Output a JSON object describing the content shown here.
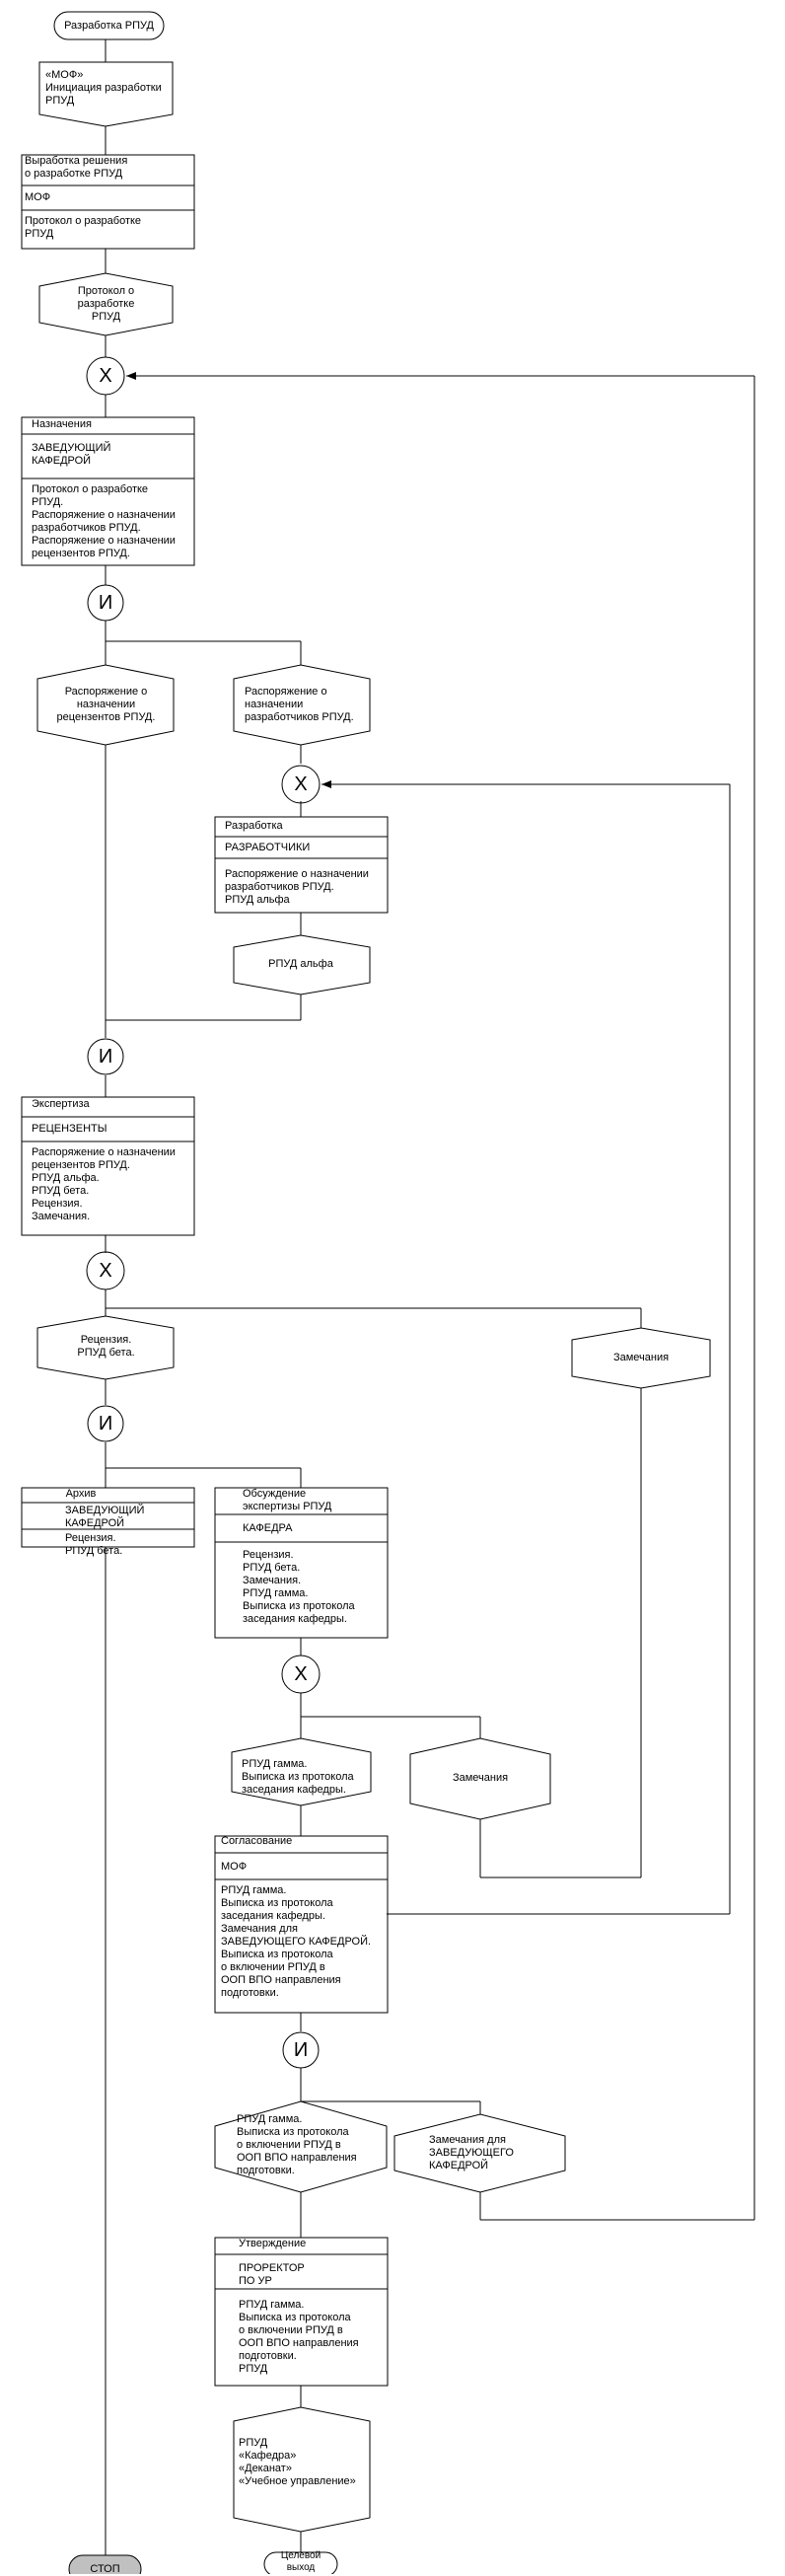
{
  "nodes": {
    "start": "Разработка РПУД",
    "initiation": "«МОФ»\nИнициация разработки\nРПУД",
    "decision": {
      "title": "Выработка решения\nо разработке РПУД",
      "actor": "МОФ",
      "output": "Протокол о разработке\nРПУД"
    },
    "protocol_doc": "Протокол о\nразработке\nРПУД",
    "appointments": {
      "title": "Назначения",
      "actor": "ЗАВЕДУЮЩИЙ\nКАФЕДРОЙ",
      "docs": "Протокол о разработке\nРПУД.\nРаспоряжение о назначении\nразработчиков РПУД.\nРаспоряжение о назначении\nрецензентов РПУД."
    },
    "reviewers_doc": "Распоряжение о\nназначении\nрецензентов РПУД.",
    "developers_doc": "Распоряжение о\nназначении\nразработчиков РПУД.",
    "development": {
      "title": "Разработка",
      "actor": "РАЗРАБОТЧИКИ",
      "docs": "Распоряжение о назначении\nразработчиков РПУД.\nРПУД альфа"
    },
    "alpha_doc": "РПУД альфа",
    "expertise": {
      "title": "Экспертиза",
      "actor": "РЕЦЕНЗЕНТЫ",
      "docs": "Распоряжение о назначении\nрецензентов РПУД.\nРПУД альфа.\nРПУД бета.\nРецензия.\nЗамечания."
    },
    "review_doc": "Рецензия.\nРПУД бета.",
    "remarks_doc": "Замечания",
    "archive": {
      "title": "Архив",
      "actor": "ЗАВЕДУЮЩИЙ\nКАФЕДРОЙ",
      "docs": "Рецензия.\nРПУД бета."
    },
    "discussion": {
      "title": "Обсуждение\nэкспертизы РПУД",
      "actor": "КАФЕДРА",
      "docs": "Рецензия.\nРПУД бета.\nЗамечания.\nРПУД гамма.\nВыписка из протокола\nзаседания кафедры."
    },
    "gamma_doc": "РПУД гамма.\nВыписка из протокола\nзаседания кафедры.",
    "remarks2_doc": "Замечания",
    "approval_agreement": {
      "title": "Согласование",
      "actor": "МОФ",
      "docs": "РПУД гамма.\nВыписка из протокола\nзаседания кафедры.\nЗамечания для\nЗАВЕДУЮЩЕГО КАФЕДРОЙ.\nВыписка из протокола\nо включении РПУД в\nООП ВПО направления\nподготовки."
    },
    "inclusion_doc": "РПУД гамма.\nВыписка из протокола\nо включении РПУД в\nООП ВПО направления\nподготовки.",
    "head_remarks_doc": "Замечания для\nЗАВЕДУЮЩЕГО\nКАФЕДРОЙ",
    "approval": {
      "title": "Утверждение",
      "actor": "ПРОРЕКТОР\nПО УР",
      "docs": "РПУД гамма.\nВыписка из протокола\nо включении РПУД в\nООП ВПО направления\nподготовки.\nРПУД"
    },
    "final_doc": "РПУД\n«Кафедра»\n«Деканат»\n«Учебное управление»",
    "stop": "СТОП",
    "target_exit": "Целевой\nвыход"
  },
  "gates": {
    "xor": "Х",
    "and": "И"
  },
  "colors": {
    "line": "#000000",
    "stop_fill": "#c0c0c0"
  }
}
